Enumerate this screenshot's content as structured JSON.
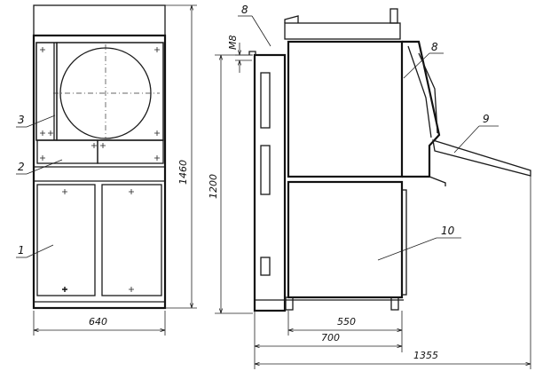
{
  "callouts": {
    "c1": "1",
    "c2": "2",
    "c3": "3",
    "c8a": "8",
    "c8b": "8",
    "c9": "9",
    "c10": "10"
  },
  "dimensions": {
    "front_width": "640",
    "front_height": "1460",
    "side_height": "1200",
    "gap": "М8",
    "d550": "550",
    "d700": "700",
    "d1355": "1355"
  }
}
